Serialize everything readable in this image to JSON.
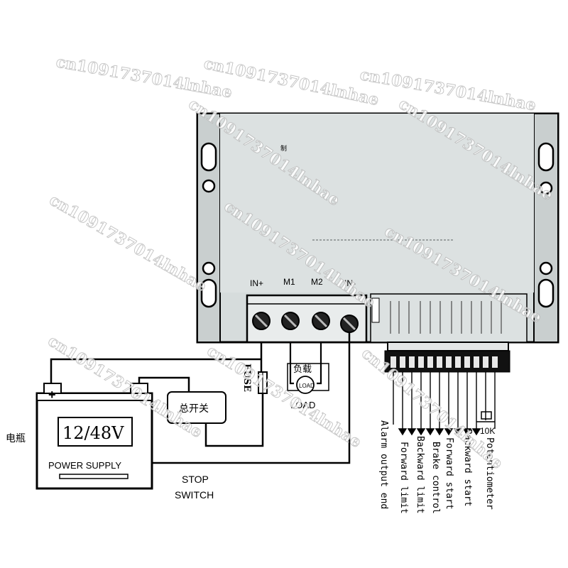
{
  "terminals": {
    "in_plus": "IN+",
    "m1": "M1",
    "m2": "M2",
    "in_minus": "IN-"
  },
  "battery": {
    "side_label": "电瓶",
    "voltage": "12/48V",
    "caption": "POWER SUPPLY",
    "plus": "+",
    "minus": "-"
  },
  "main_switch": {
    "label": "总开关",
    "caption_line1": "STOP",
    "caption_line2": "SWITCH"
  },
  "fuse": {
    "label": "FUSE"
  },
  "load": {
    "label_cn": "负载",
    "label_en": "LOAD"
  },
  "potentiometer": {
    "value": "10K"
  },
  "control_signals": [
    "Alarm output end",
    "Forward limit",
    "Backward limit",
    "Brake control",
    "Forward start",
    "Backward start",
    "Potentiometer"
  ],
  "watermark": "cn1091737014lnhae"
}
